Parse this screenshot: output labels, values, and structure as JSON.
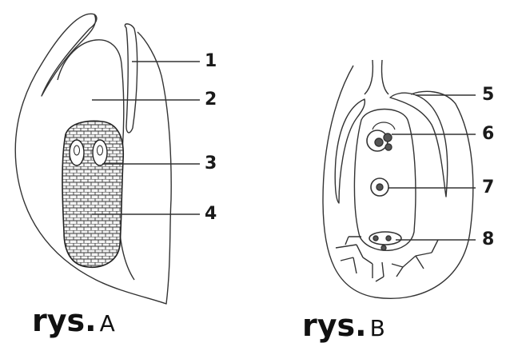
{
  "figure_a": {
    "caption_word": "rys.",
    "caption_letter": "A",
    "labels": [
      "1",
      "2",
      "3",
      "4"
    ]
  },
  "figure_b": {
    "caption_word": "rys.",
    "caption_letter": "B",
    "labels": [
      "5",
      "6",
      "7",
      "8"
    ]
  },
  "colors": {
    "stroke": "#333333",
    "ink": "#111111"
  }
}
